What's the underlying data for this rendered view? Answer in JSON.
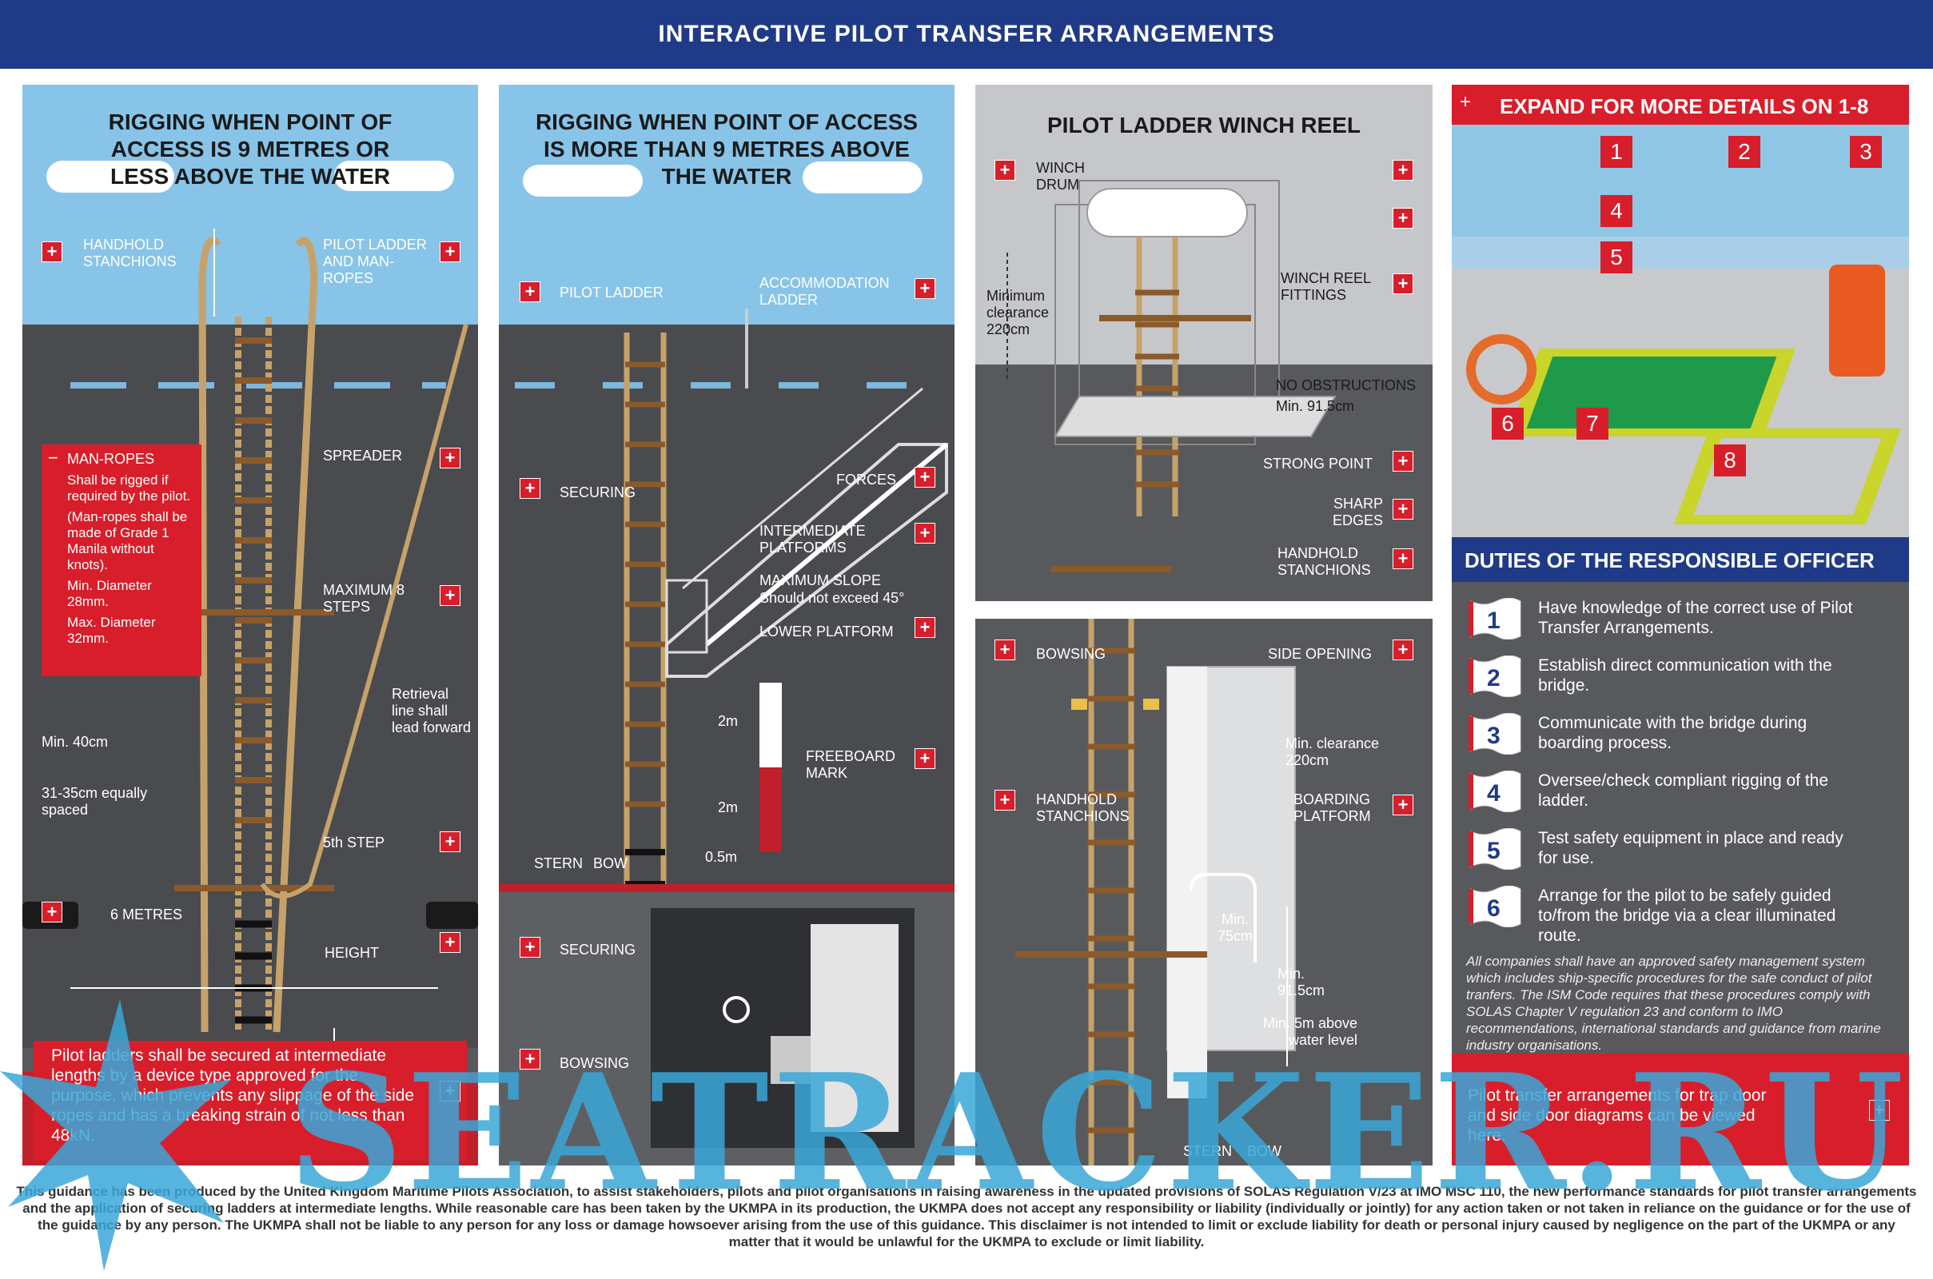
{
  "header": {
    "title": "INTERACTIVE PILOT TRANSFER ARRANGEMENTS"
  },
  "panel1": {
    "title": "RIGGING WHEN POINT OF ACCESS IS 9 METRES OR LESS ABOVE THE WATER",
    "handhold": "HANDHOLD STANCHIONS",
    "pilot_ladder": "PILOT LADDER AND MAN-ROPES",
    "manropes_title": "MAN-ROPES",
    "manropes_l1": "Shall be rigged if required by the pilot.",
    "manropes_l2": "(Man-ropes shall be made of Grade 1 Manila without knots).",
    "manropes_l3": "Min. Diameter 28mm.",
    "manropes_l4": "Max. Diameter 32mm.",
    "spreader": "SPREADER",
    "max_steps": "MAXIMUM 8 STEPS",
    "retrieval": "Retrieval line shall lead forward",
    "min40": "Min. 40cm",
    "spacing": "31-35cm equally spaced",
    "fifth_step": "5th STEP",
    "six_m": "6 METRES",
    "height": "HEIGHT",
    "notice": "Pilot ladders shall be secured at intermediate lengths by a device type approved for the purpose, which prevents any slippage of the side ropes and has a breaking strain of not less than 48kN."
  },
  "panel2": {
    "title": "RIGGING WHEN POINT OF ACCESS IS MORE THAN 9 METRES ABOVE THE WATER",
    "pilot_ladder": "PILOT LADDER",
    "accommodation": "ACCOMMODATION LADDER",
    "securing": "SECURING",
    "forces": "FORCES",
    "intermediate": "INTERMEDIATE PLATFORMS",
    "max_slope": "MAXIMUM SLOPE",
    "max_slope_sub": "Should not exceed 45°",
    "lower_platform": "LOWER PLATFORM",
    "freeboard": "FREEBOARD MARK",
    "two_m_a": "2m",
    "two_m_b": "2m",
    "half_m": "0.5m",
    "stern": "STERN",
    "bow": "BOW",
    "securing2": "SECURING",
    "bowsing": "BOWSING"
  },
  "panel3": {
    "title": "PILOT LADDER WINCH REEL",
    "winch_drum": "WINCH DRUM",
    "min_clearance": "Minimum clearance 220cm",
    "winch_fittings": "WINCH REEL FITTINGS",
    "no_obstructions": "NO OBSTRUCTIONS",
    "min915": "Min. 91.5cm",
    "strong_point": "STRONG POINT",
    "sharp_edges": "SHARP EDGES",
    "handhold": "HANDHOLD STANCHIONS"
  },
  "panel4": {
    "bowsing": "BOWSING",
    "side_opening": "SIDE OPENING",
    "min_clearance": "Min. clearance 220cm",
    "handhold": "HANDHOLD STANCHIONS",
    "boarding_platform": "BOARDING PLATFORM",
    "min75": "Min. 75cm",
    "min915": "Min. 91.5cm",
    "min5m": "Min. 5m above water level",
    "stern": "STERN",
    "bow": "BOW"
  },
  "panel5": {
    "expand": "EXPAND FOR MORE DETAILS ON 1-8",
    "numbers": [
      "1",
      "2",
      "3",
      "4",
      "5",
      "6",
      "7",
      "8"
    ],
    "duties_title": "DUTIES OF THE RESPONSIBLE OFFICER",
    "duties": [
      {
        "n": "1",
        "text": "Have knowledge of the correct use of Pilot Transfer Arrangements."
      },
      {
        "n": "2",
        "text": "Establish direct communication with the bridge."
      },
      {
        "n": "3",
        "text": "Communicate with the bridge during boarding process."
      },
      {
        "n": "4",
        "text": "Oversee/check compliant rigging of the ladder."
      },
      {
        "n": "5",
        "text": "Test safety equipment in place and ready for use."
      },
      {
        "n": "6",
        "text": "Arrange for the pilot to be safely guided to/from the bridge via a clear illuminated route."
      }
    ],
    "ism_note": "All companies shall have an approved safety management system which includes ship-specific procedures for the safe conduct of pilot tranfers. The ISM Code requires that these procedures comply with SOLAS Chapter V regulation 23 and conform to IMO recommendations, international standards and guidance from marine industry organisations.",
    "trapdoor": "Pilot transfer arrangements for trap door and side door diagrams can be viewed here."
  },
  "footer": {
    "disclaimer": "This guidance has been produced by the United Kingdom Maritime Pilots Association, to assist stakeholders, pilots and pilot organisations in raising awareness in the updated provisions of SOLAS Regulation V/23 at IMO MSC 110, the new performance standards for pilot transfer arrangements and the application of securing ladders at intermediate lengths. While reasonable care has been taken by the UKMPA in its production, the UKMPA does not accept any responsibility or liability (individually or jointly) for any action taken or not taken in reliance on the guidance or for the use of the guidance by any person. The UKMPA shall not be liable to any person for any loss or damage howsoever arising from the use of this guidance. This disclaimer is not intended to limit or exclude liability for death or personal injury caused by negligence on the part of the UKMPA or any matter that it would be unlawful for the UKMPA to exclude or limit liability."
  },
  "watermark": "SEATRACKER.RU",
  "colors": {
    "banner": "#1f3a87",
    "red": "#d81e2a",
    "sky": "#87c4e8",
    "panel": "#58595c",
    "hull": "#4a4b4e"
  }
}
